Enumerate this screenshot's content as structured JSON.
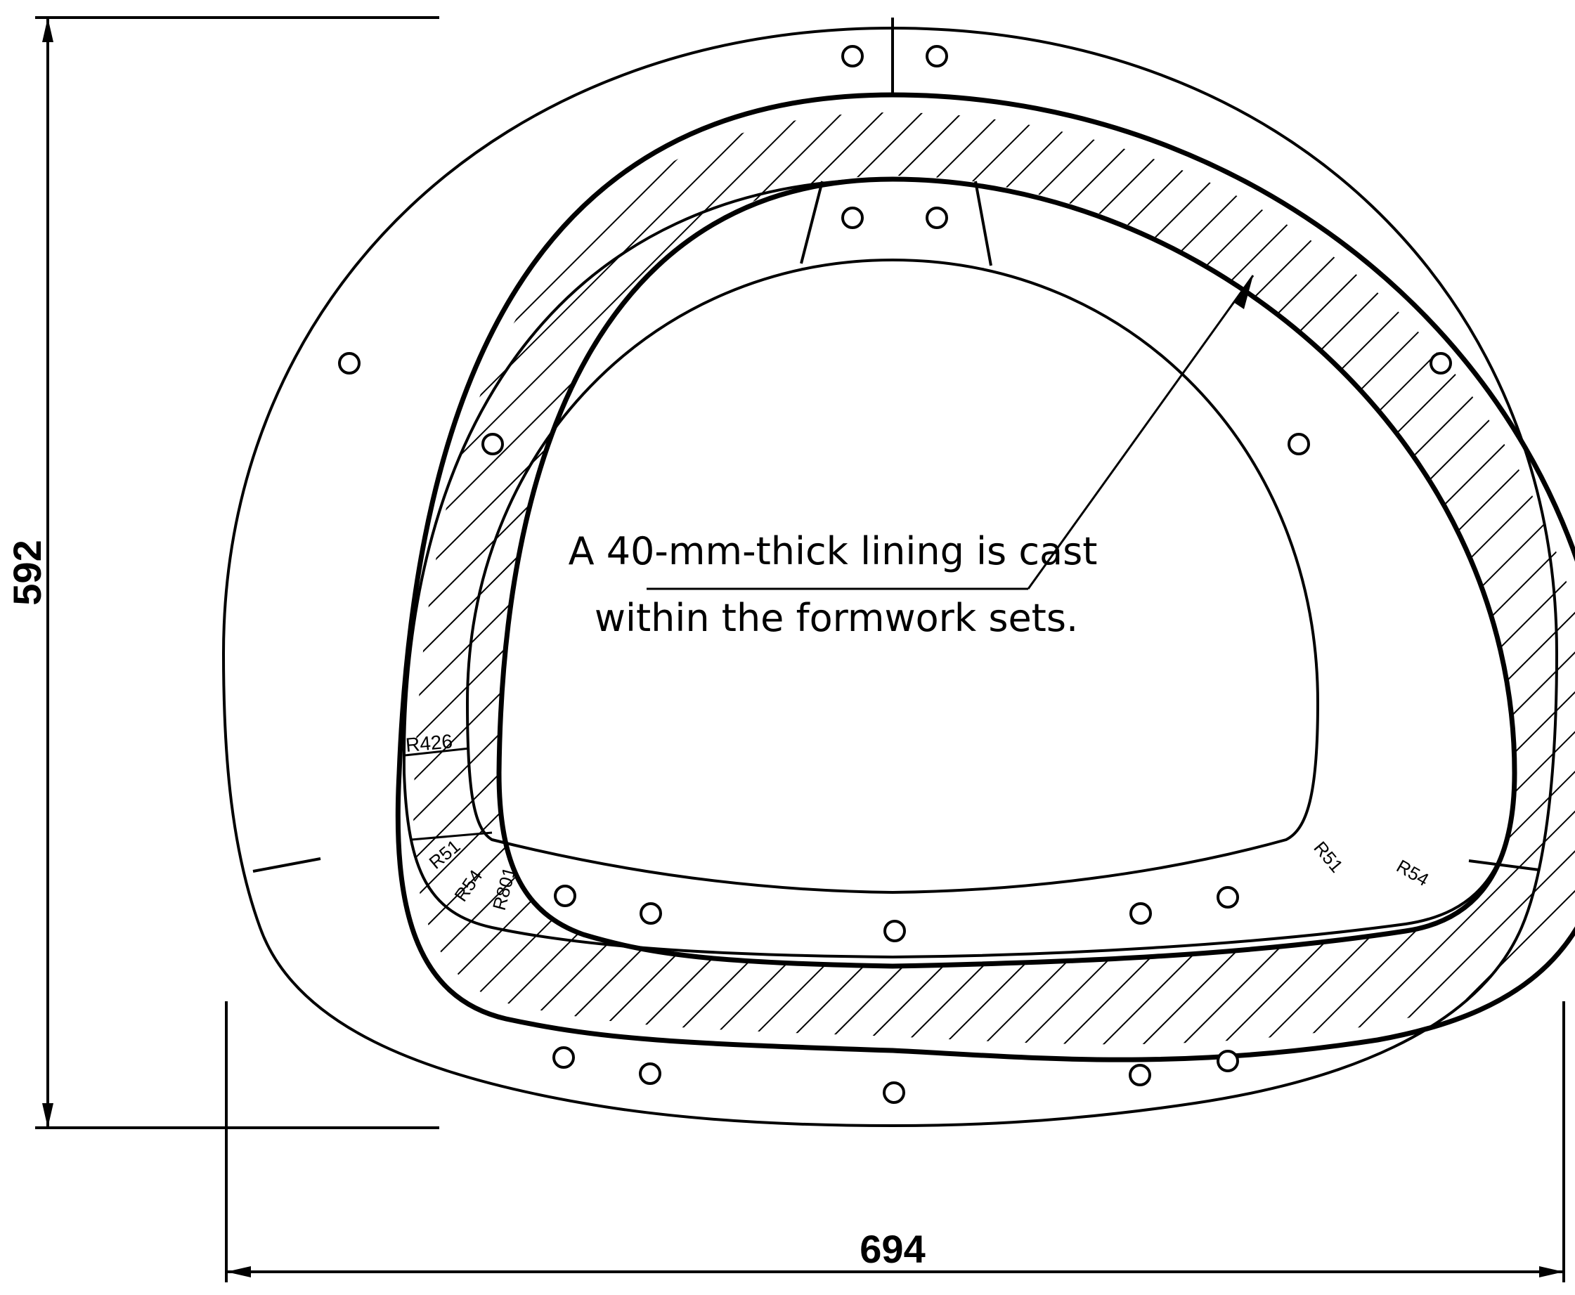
{
  "dimensions": {
    "height_label": "592",
    "width_label": "694"
  },
  "radius_labels": {
    "r426": "R426",
    "r51_left": "R51",
    "r54_left": "R54",
    "r801": "R801",
    "r51_right": "R51",
    "r54_right": "R54"
  },
  "annotation": {
    "line1": "A 40-mm-thick lining is cast",
    "line2": "within the formwork sets."
  },
  "colors": {
    "ink": "#000000",
    "paper": "#ffffff"
  }
}
